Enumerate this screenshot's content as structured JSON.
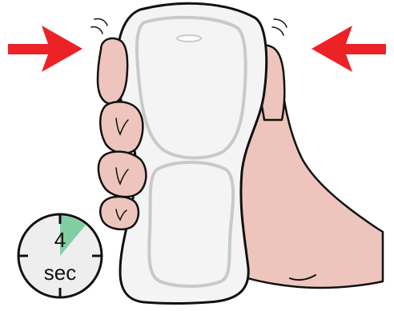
{
  "instruction": {
    "action": "squeeze",
    "left_arrow_icon": "arrow-right-icon",
    "right_arrow_icon": "arrow-left-icon"
  },
  "timer": {
    "value": "4",
    "unit": "sec",
    "filled_fraction": 0.11
  },
  "colors": {
    "arrow": "#ec2227",
    "skin": "#eec5bc",
    "skin_dark": "#e2aea3",
    "outline": "#111111",
    "device_body": "#f4f4f4",
    "device_panel": "#c9c9c9",
    "timer_fill": "#7fcfa3",
    "timer_face": "#eeeeee"
  }
}
